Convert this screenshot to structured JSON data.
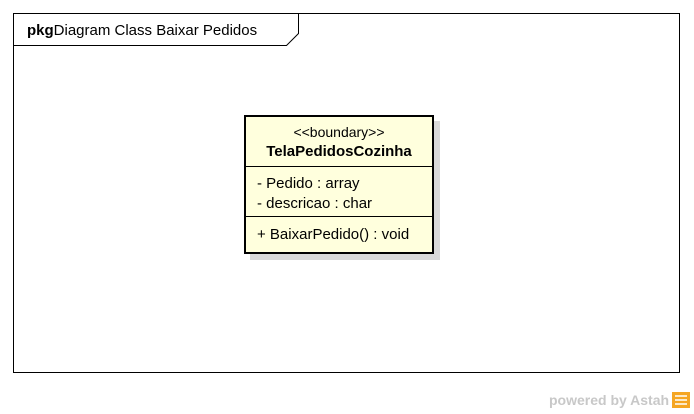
{
  "frame": {
    "keyword": "pkg",
    "title": "Diagram Class Baixar Pedidos"
  },
  "class": {
    "stereotype": "<<boundary>>",
    "name": "TelaPedidosCozinha",
    "attributes": [
      "- Pedido : array",
      "- descricao : char"
    ],
    "operations": [
      "+ BaixarPedido() : void"
    ],
    "fill_color": "#ffffdd"
  },
  "watermark": {
    "text": "powered by Astah",
    "logo_color": "#f5a623"
  }
}
